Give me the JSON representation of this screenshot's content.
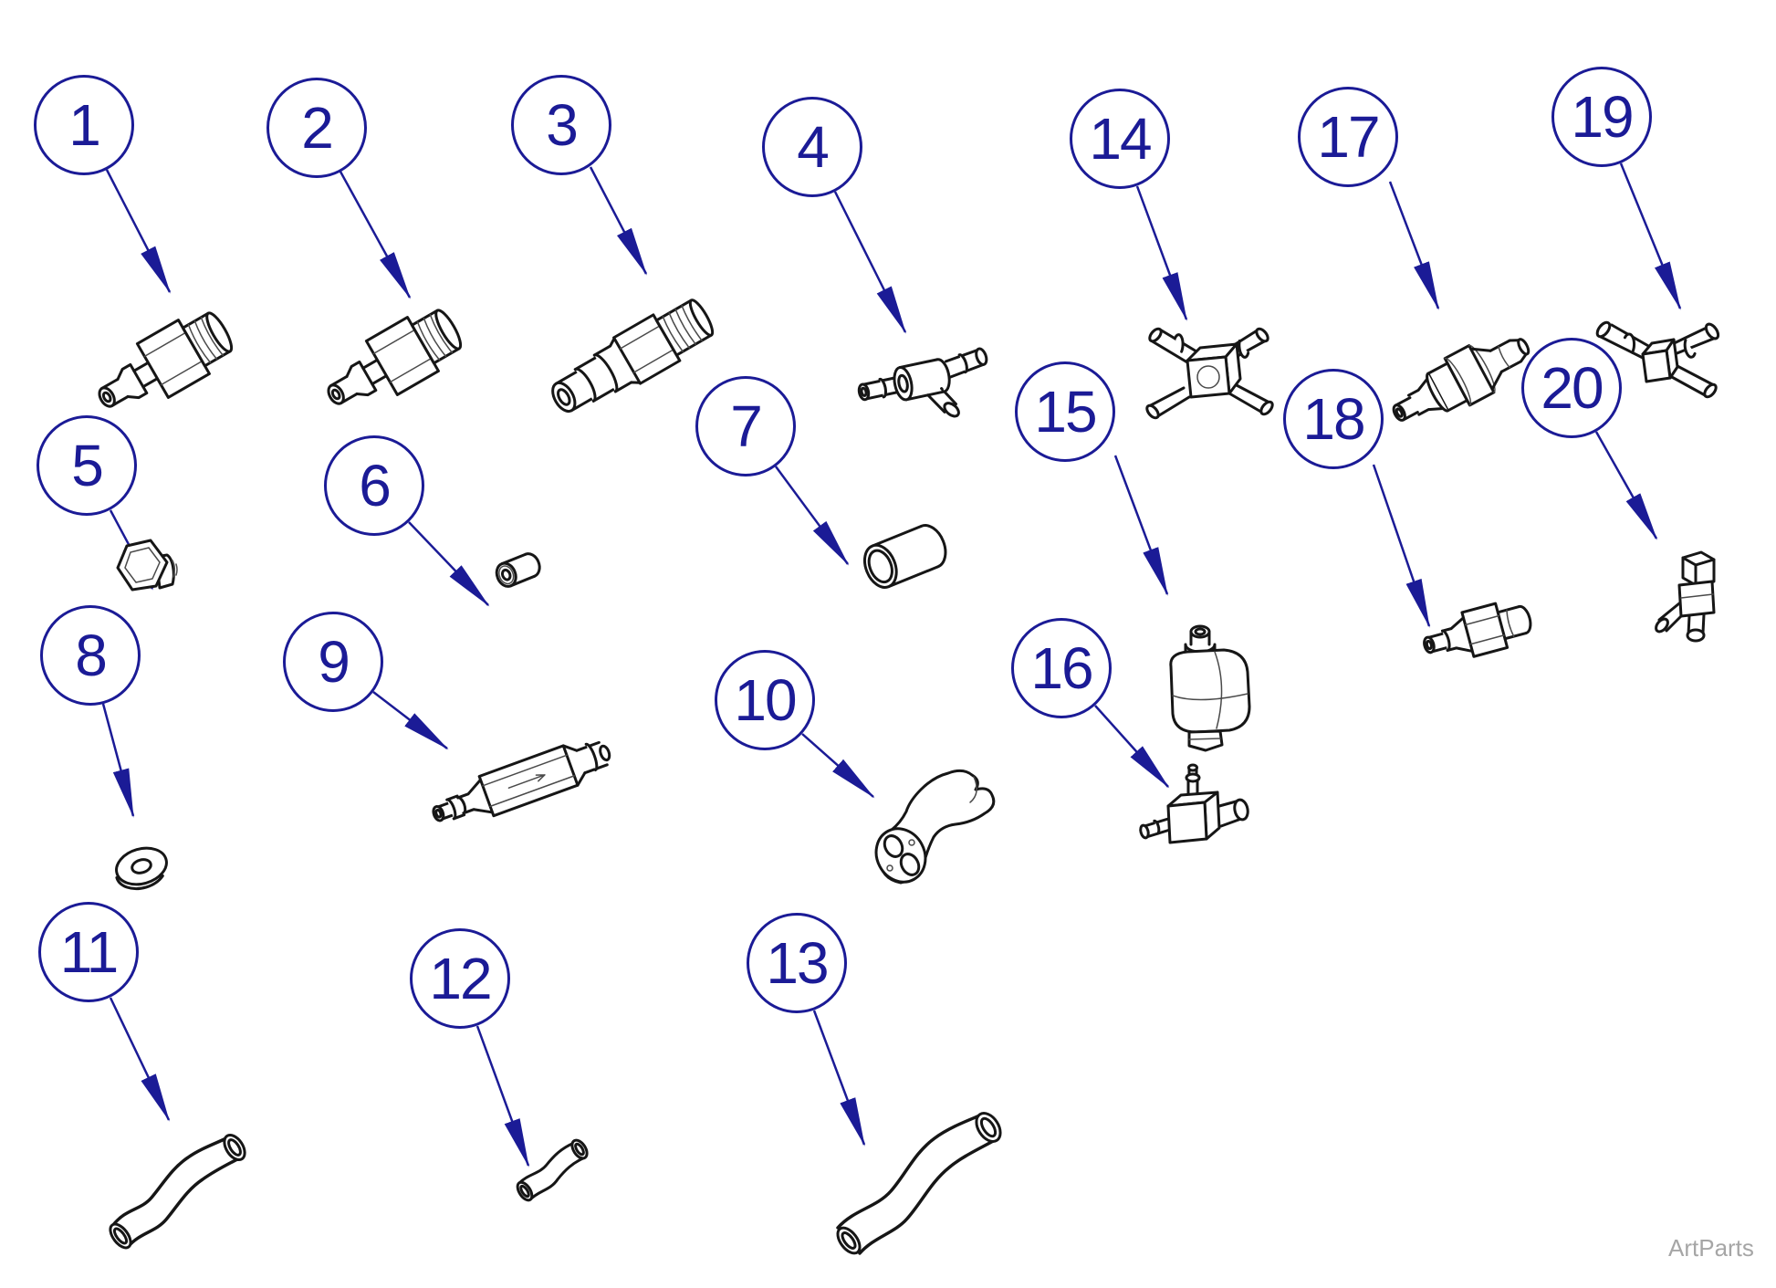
{
  "page": {
    "background_color": "#ffffff",
    "watermark": "ArtParts",
    "watermark_color": "#a6a6a6"
  },
  "diagram": {
    "accent_color": "#1b1b96",
    "line_color": "#161616",
    "callouts": [
      {
        "number": "1"
      },
      {
        "number": "2"
      },
      {
        "number": "3"
      },
      {
        "number": "4"
      },
      {
        "number": "5"
      },
      {
        "number": "6"
      },
      {
        "number": "7"
      },
      {
        "number": "8"
      },
      {
        "number": "9"
      },
      {
        "number": "10"
      },
      {
        "number": "11"
      },
      {
        "number": "12"
      },
      {
        "number": "13"
      },
      {
        "number": "14"
      },
      {
        "number": "15"
      },
      {
        "number": "16"
      },
      {
        "number": "17"
      },
      {
        "number": "18"
      },
      {
        "number": "19"
      },
      {
        "number": "20"
      }
    ]
  }
}
